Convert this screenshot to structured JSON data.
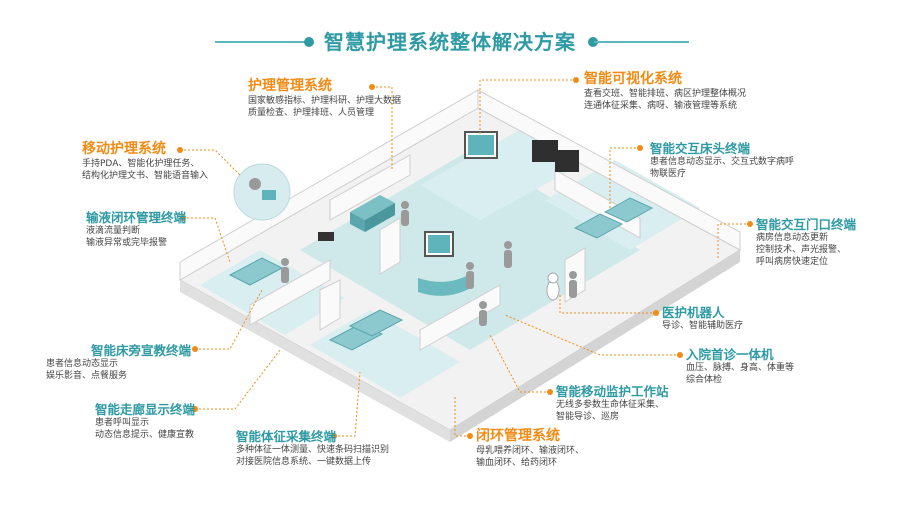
{
  "title": "智慧护理系统整体解决方案",
  "labels": {
    "nursing_mgmt": {
      "heading": "护理管理系统",
      "desc": [
        "国家敏感指标、护理科研、护理大数据",
        "质量检查、护理排班、人员管理"
      ]
    },
    "visual": {
      "heading": "智能可视化系统",
      "desc": [
        "查看交班、智能排班、病区护理整体概况",
        "连通体征采集、病呀、输液管理等系统"
      ]
    },
    "mobile": {
      "heading": "移动护理系统",
      "desc": [
        "手持PDA、智能化护理任务、",
        "结构化护理文书、智能语音输入"
      ]
    },
    "bedhead": {
      "heading": "智能交互床头终端",
      "desc": [
        "患者信息动态显示、交互式数字病呼",
        "物联医疗"
      ]
    },
    "infusion": {
      "heading": "输液闭环管理终端",
      "desc": [
        "液滴流量判断",
        "输液异常或完毕报警"
      ]
    },
    "door": {
      "heading": "智能交互门口终端",
      "desc": [
        "病房信息动态更新",
        "控制技术、声光报警、",
        "呼叫病房快速定位"
      ]
    },
    "robot": {
      "heading": "医护机器人",
      "desc": [
        "导诊、智能辅助医疗"
      ]
    },
    "bedside": {
      "heading": "智能床旁宣教终端",
      "desc": [
        "患者信息动态显示",
        "娱乐影音、点餐服务"
      ]
    },
    "admission": {
      "heading": "入院首诊一体机",
      "desc": [
        "血压、脉搏、身高、体重等",
        "综合体检"
      ]
    },
    "mobile_station": {
      "heading": "智能移动监护工作站",
      "desc": [
        "无线多参数生命体征采集、",
        "智能导诊、巡房"
      ]
    },
    "corridor": {
      "heading": "智能走廊显示终端",
      "desc": [
        "患者呼叫显示",
        "动态信息提示、健康宣教"
      ]
    },
    "vitals": {
      "heading": "智能体征采集终端",
      "desc": [
        "多种体征一体测量、快速条码扫描识别",
        "对接医院信息系统、一键数据上传"
      ]
    },
    "closed_loop": {
      "heading": "闭环管理系统",
      "desc": [
        "母乳喂养闭环、输液闭环、",
        "输血闭环、给药闭环"
      ]
    }
  },
  "colors": {
    "accent_teal": "#2e9aa3",
    "accent_orange": "#f08c16",
    "floor_teal": "#cfe8ea"
  }
}
